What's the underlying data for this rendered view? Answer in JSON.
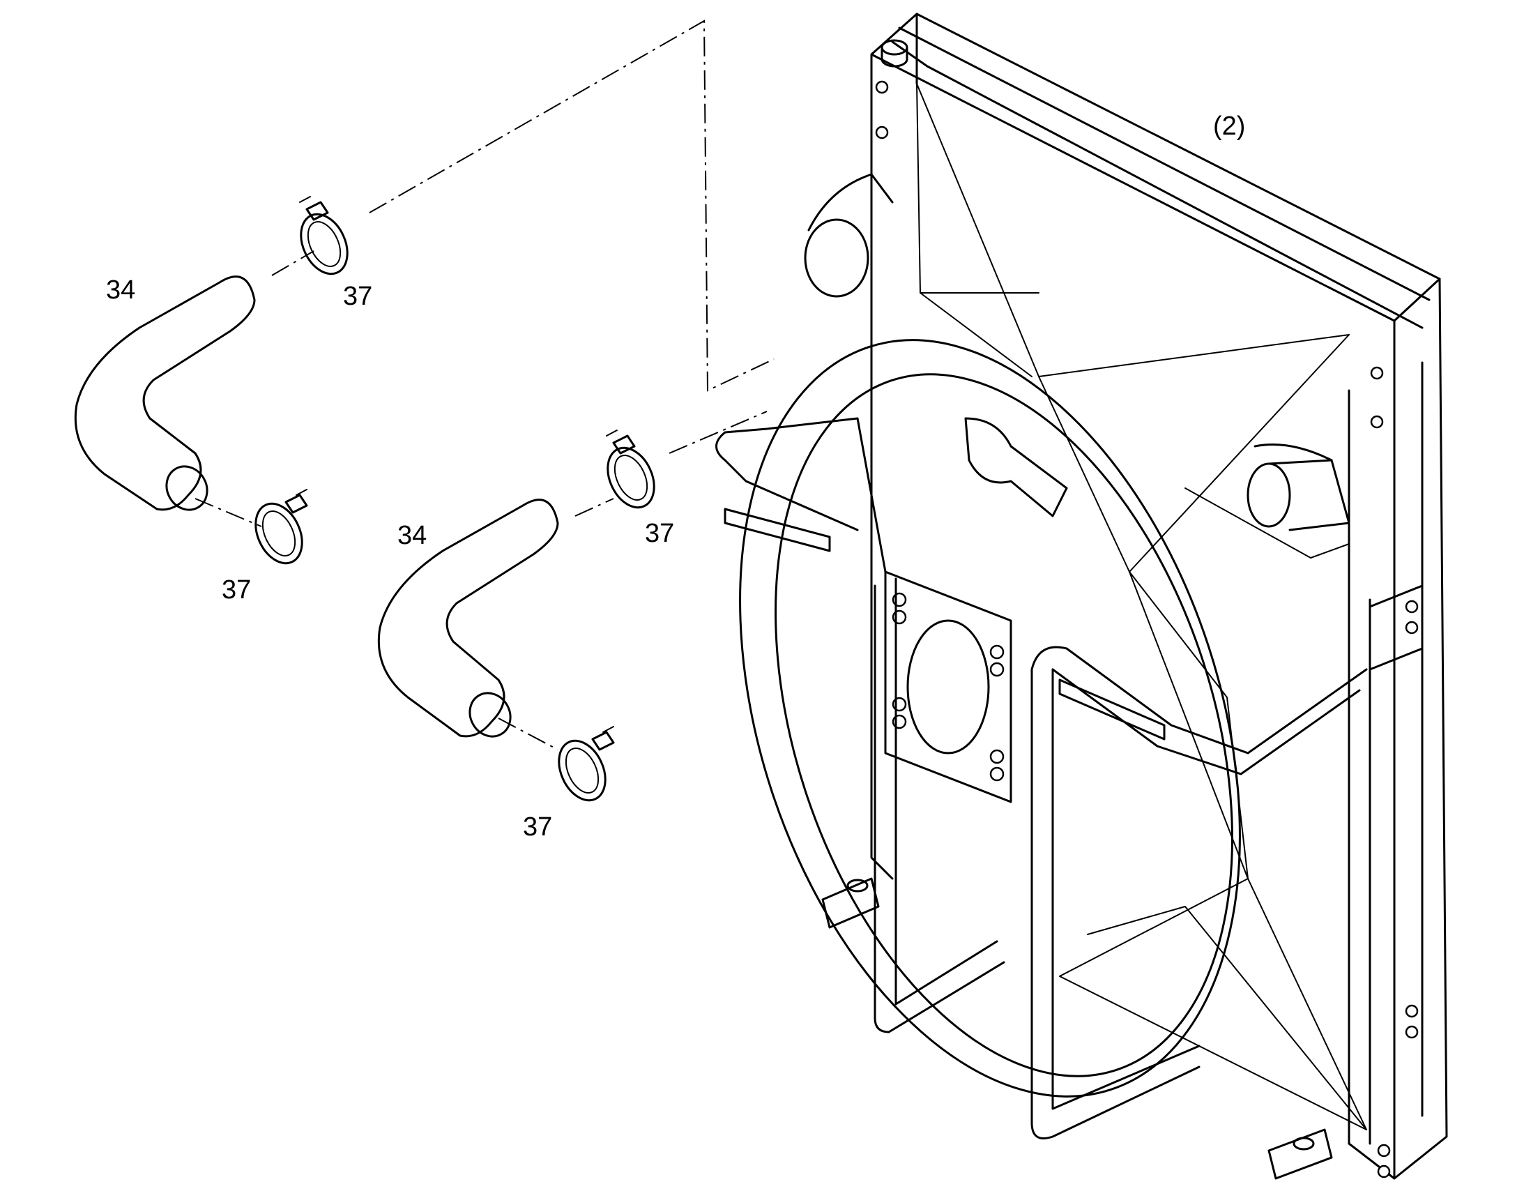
{
  "callouts": {
    "assembly": "(2)",
    "hose_upper": "34",
    "hose_lower": "34",
    "clamp_upper_top": "37",
    "clamp_upper_bottom": "37",
    "clamp_lower_top": "37",
    "clamp_lower_bottom": "37"
  }
}
